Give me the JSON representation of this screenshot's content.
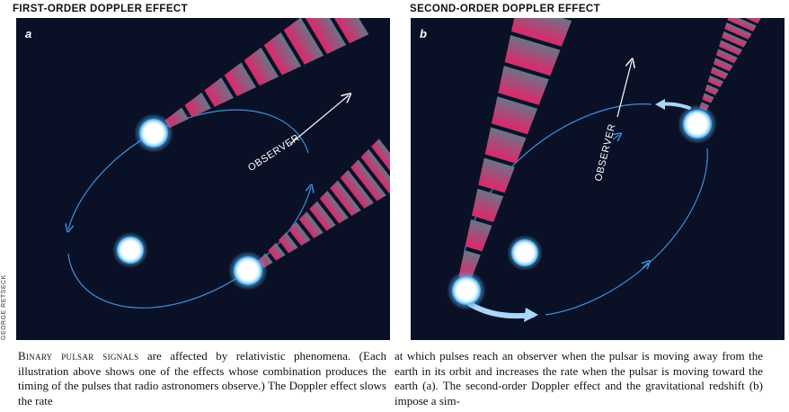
{
  "panels": [
    {
      "title": "FIRST-ORDER DOPPLER EFFECT",
      "letter": "a",
      "observer_label": "OBSERVER"
    },
    {
      "title": "SECOND-ORDER DOPPLER EFFECT",
      "letter": "b",
      "observer_label": "OBSERVER"
    }
  ],
  "credit": "GEORGE RETSECK",
  "caption": {
    "lead": "Binary pulsar signals",
    "col1_rest": " are affected by relativistic phenomena. (Each illustration above shows one of the effects whose combination produces the timing of the pulses that radio astronomers observe.) The Doppler effect slows the rate",
    "col2": "at which pulses reach an observer when the pulsar is moving away from the earth in its orbit and increases the rate when the pulsar is moving toward the earth (a). The second-order Doppler effect and the gravitational redshift (b) impose a sim-"
  },
  "colors": {
    "background": "#0a1126",
    "orbit": "#3f8fe0",
    "beam_pink": "#e0266a",
    "star_glow": "#5bb6f0",
    "fast_arrow": "#a8d8f8"
  }
}
